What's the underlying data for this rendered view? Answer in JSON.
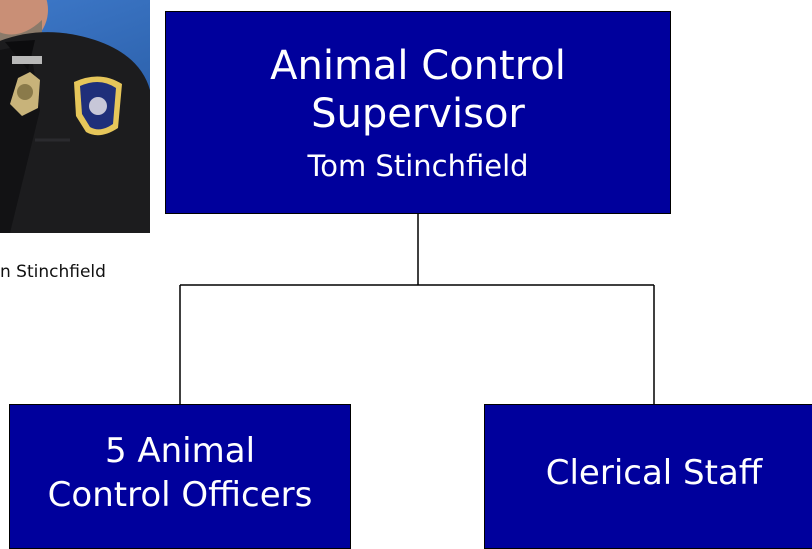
{
  "photo": {
    "subject": "supervisor-portrait"
  },
  "caption": "n Stinchfield",
  "org_chart": {
    "supervisor": {
      "title_line1": "Animal Control",
      "title_line2": "Supervisor",
      "name": "Tom Stinchfield"
    },
    "officers": {
      "line1": "5 Animal",
      "line2": "Control Officers"
    },
    "clerical": {
      "label": "Clerical Staff"
    }
  },
  "colors": {
    "box_fill": "#00009c",
    "box_text": "#ffffff",
    "connector": "#000000"
  }
}
